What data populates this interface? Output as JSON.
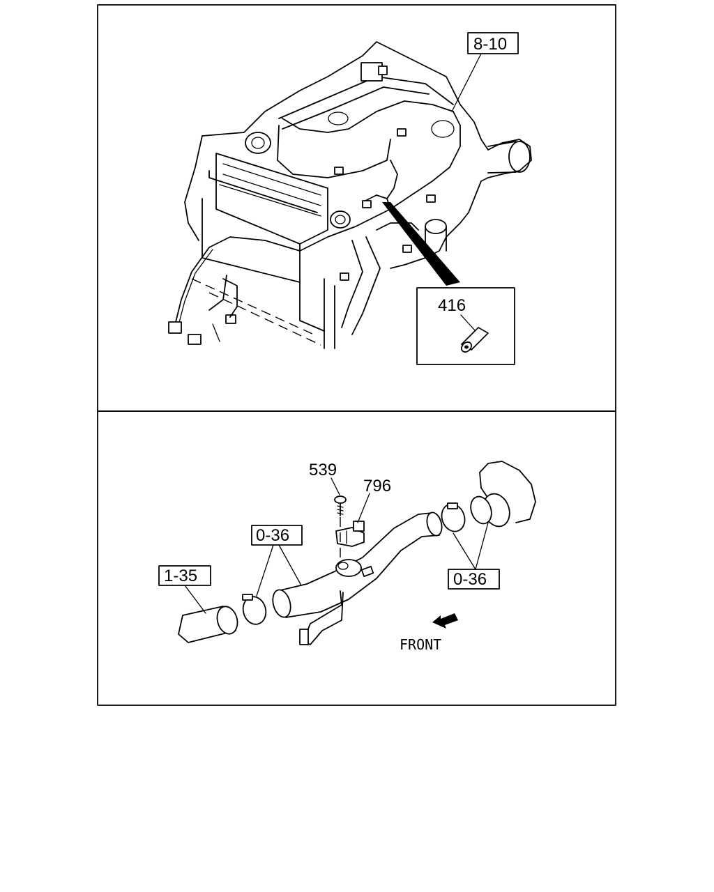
{
  "top_panel": {
    "callouts": {
      "harness_ref": "8-10",
      "part_416": "416"
    }
  },
  "bottom_panel": {
    "callouts": {
      "part_539": "539",
      "part_796": "796",
      "hose_ref": "1-35",
      "clamp_ref_left": "0-36",
      "clamp_ref_right": "0-36",
      "front_label": "FRONT"
    }
  }
}
